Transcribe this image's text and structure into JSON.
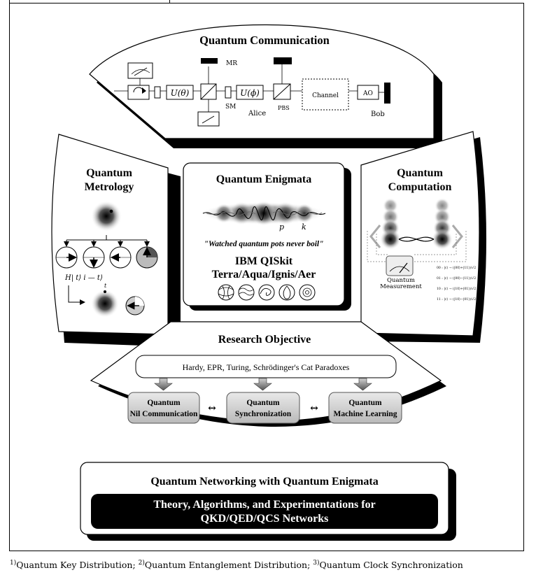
{
  "communication": {
    "title": "Quantum Communication",
    "mr": "MR",
    "sm": "SM",
    "alice": "Alice",
    "pbs": "PBS",
    "channel": "Channel",
    "ao": "AO",
    "bob": "Bob",
    "u_theta": "U(θ)",
    "u_phi": "U(ϕ)"
  },
  "metrology": {
    "title_line1": "Quantum",
    "title_line2": "Metrology",
    "formula": "H|  t⟩   i —  t⟩",
    "formula_t": "t"
  },
  "enigmata": {
    "title": "Quantum Enigmata",
    "p": "p",
    "k": "k",
    "quote": "\"Watched quantum pots never boil\"",
    "qiskit_line1": "IBM QISkit",
    "qiskit_line2": "Terra/Aqua/Ignis/Aer"
  },
  "computation": {
    "title_line1": "Quantum",
    "title_line2": "Computation",
    "measurement_line1": "Quantum",
    "measurement_line2": "Measurement",
    "bell_states": [
      "00 : |c⟩ → (|00⟩+|11⟩)/√2",
      "01 : |c⟩ → (|00⟩−|11⟩)/√2",
      "10 : |c⟩ → (|10⟩+|01⟩)/√2",
      "11 : |c⟩ → (|10⟩−|01⟩)/√2"
    ]
  },
  "research": {
    "title": "Research Objective",
    "paradoxes": "Hardy, EPR, Turing, Schrödinger's Cat Paradoxes",
    "box1_line1": "Quantum",
    "box1_line2": "Nil Communication",
    "box2_line1": "Quantum",
    "box2_line2": "Synchronization",
    "box3_line1": "Quantum",
    "box3_line2": "Machine Learning",
    "arrow": "↔"
  },
  "networking": {
    "title": "Quantum Networking with Quantum Enigmata",
    "banner_line1": "Theory, Algorithms, and Experimentations for",
    "banner_line2": "QKD/QED/QCS Networks"
  },
  "footnote": {
    "n1": "1)",
    "t1": "Quantum Key Distribution;",
    "n2": "2)",
    "t2": "Quantum Entanglement Distribution;",
    "n3": "3)",
    "t3": "Quantum Clock Synchronization"
  }
}
